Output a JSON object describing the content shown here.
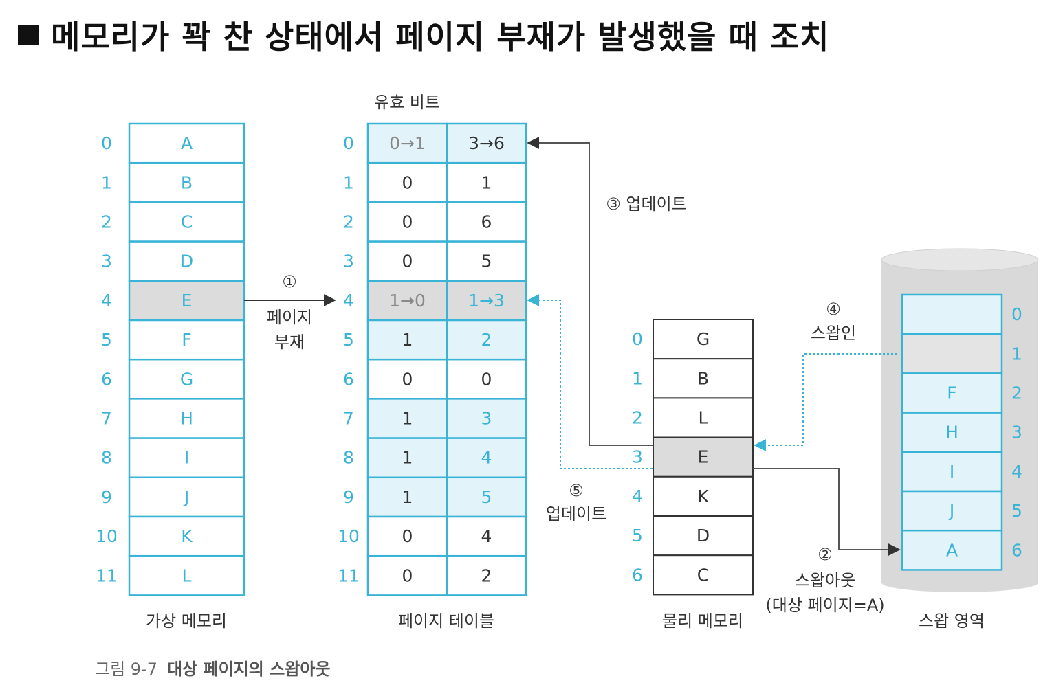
{
  "title": "메모리가 꽉 찬 상태에서 페이지 부재가 발생했을 때 조치",
  "colors": {
    "cyan": "#39b3d6",
    "light_blue": "#e3f3fa",
    "gray_cell": "#dcdcdc",
    "dark": "#333333",
    "cylinder": "#d9d9d9"
  },
  "virtual_memory": {
    "label": "가상 메모리",
    "indices": [
      "0",
      "1",
      "2",
      "3",
      "4",
      "5",
      "6",
      "7",
      "8",
      "9",
      "10",
      "11"
    ],
    "pages": [
      "A",
      "B",
      "C",
      "D",
      "E",
      "F",
      "G",
      "H",
      "I",
      "J",
      "K",
      "L"
    ],
    "highlight_index": 4
  },
  "page_table": {
    "label": "페이지 테이블",
    "valid_bit_label": "유효 비트",
    "indices": [
      "0",
      "1",
      "2",
      "3",
      "4",
      "5",
      "6",
      "7",
      "8",
      "9",
      "10",
      "11"
    ],
    "valid": [
      "0→1",
      "0",
      "0",
      "0",
      "1→0",
      "1",
      "0",
      "1",
      "1",
      "1",
      "0",
      "0"
    ],
    "frame": [
      "3→6",
      "1",
      "6",
      "5",
      "1→3",
      "2",
      "0",
      "3",
      "4",
      "5",
      "4",
      "2"
    ]
  },
  "physical_memory": {
    "label": "물리 메모리",
    "indices": [
      "0",
      "1",
      "2",
      "3",
      "4",
      "5",
      "6"
    ],
    "frames": [
      "G",
      "B",
      "L",
      "E",
      "K",
      "D",
      "C"
    ],
    "highlight_index": 3
  },
  "swap_area": {
    "label": "스왑 영역",
    "indices": [
      "0",
      "1",
      "2",
      "3",
      "4",
      "5",
      "6"
    ],
    "slots": [
      "",
      "",
      "F",
      "H",
      "I",
      "J",
      "A"
    ]
  },
  "annotations": {
    "step1_num": "①",
    "step1_l1": "페이지",
    "step1_l2": "부재",
    "step2_num": "②",
    "step2_l1": "스왑아웃",
    "step2_l2": "(대상 페이지=A)",
    "step3": "③ 업데이트",
    "step4_num": "④",
    "step4_l1": "스왑인",
    "step5_num": "⑤",
    "step5_l1": "업데이트"
  },
  "caption": {
    "figure": "그림 9-7",
    "text": "대상 페이지의 스왑아웃"
  }
}
